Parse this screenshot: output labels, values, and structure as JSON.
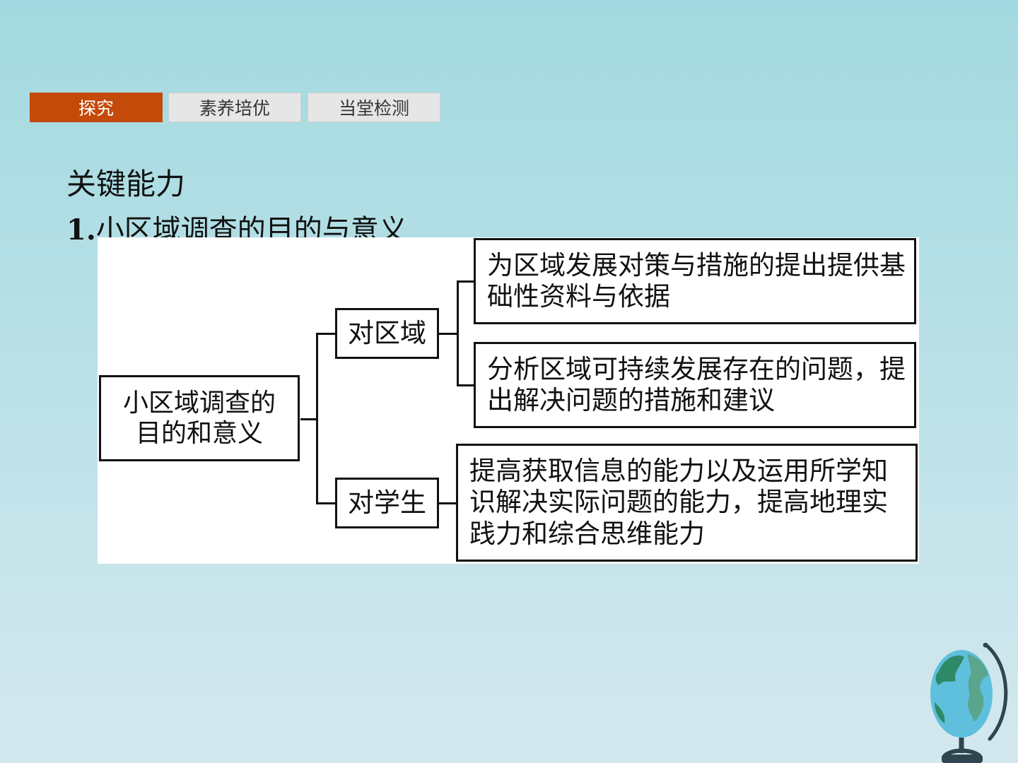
{
  "tabs": [
    {
      "label": "探究",
      "active": true
    },
    {
      "label": "素养培优",
      "active": false
    },
    {
      "label": "当堂检测",
      "active": false
    }
  ],
  "heading": "关键能力",
  "subheading": {
    "number": "1.",
    "text": "小区域调查的目的与意义"
  },
  "diagram": {
    "root": "小区域调查的目的和意义",
    "branches": [
      {
        "label": "对区域",
        "items": [
          "为区域发展对策与措施的提出提供基础性资料与依据",
          "分析区域可持续发展存在的问题，提出解决问题的措施和建议"
        ]
      },
      {
        "label": "对学生",
        "items": [
          "提高获取信息的能力以及运用所学知识解决实际问题的能力，提高地理实践力和综合思维能力"
        ]
      }
    ]
  },
  "colors": {
    "active_tab": "#c44a0a",
    "background": "#a2d9e0"
  },
  "icons": {
    "decoration": "globe-icon"
  }
}
